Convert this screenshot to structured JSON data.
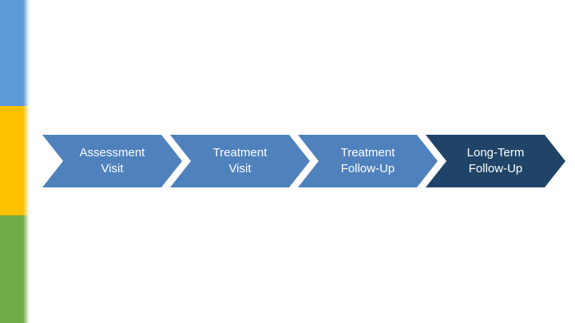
{
  "slide": {
    "background_color": "#FFFFFF",
    "sidebar": {
      "segments": [
        {
          "name": "top-segment",
          "color": "#5B9BD5"
        },
        {
          "name": "middle-segment",
          "color": "#FFC000"
        },
        {
          "name": "bottom-segment",
          "color": "#70AD47"
        }
      ]
    },
    "process_flow": {
      "type": "chevron-arrow-sequence",
      "steps": [
        {
          "label": "Assessment\nVisit",
          "fill_color": "#4F81BD",
          "text_color": "#FFFFFF"
        },
        {
          "label": "Treatment\nVisit",
          "fill_color": "#4F81BD",
          "text_color": "#FFFFFF"
        },
        {
          "label": "Treatment\nFollow-Up",
          "fill_color": "#4F81BD",
          "text_color": "#FFFFFF"
        },
        {
          "label": "Long-Term\nFollow-Up",
          "fill_color": "#1F4468",
          "text_color": "#FFFFFF"
        }
      ]
    }
  }
}
